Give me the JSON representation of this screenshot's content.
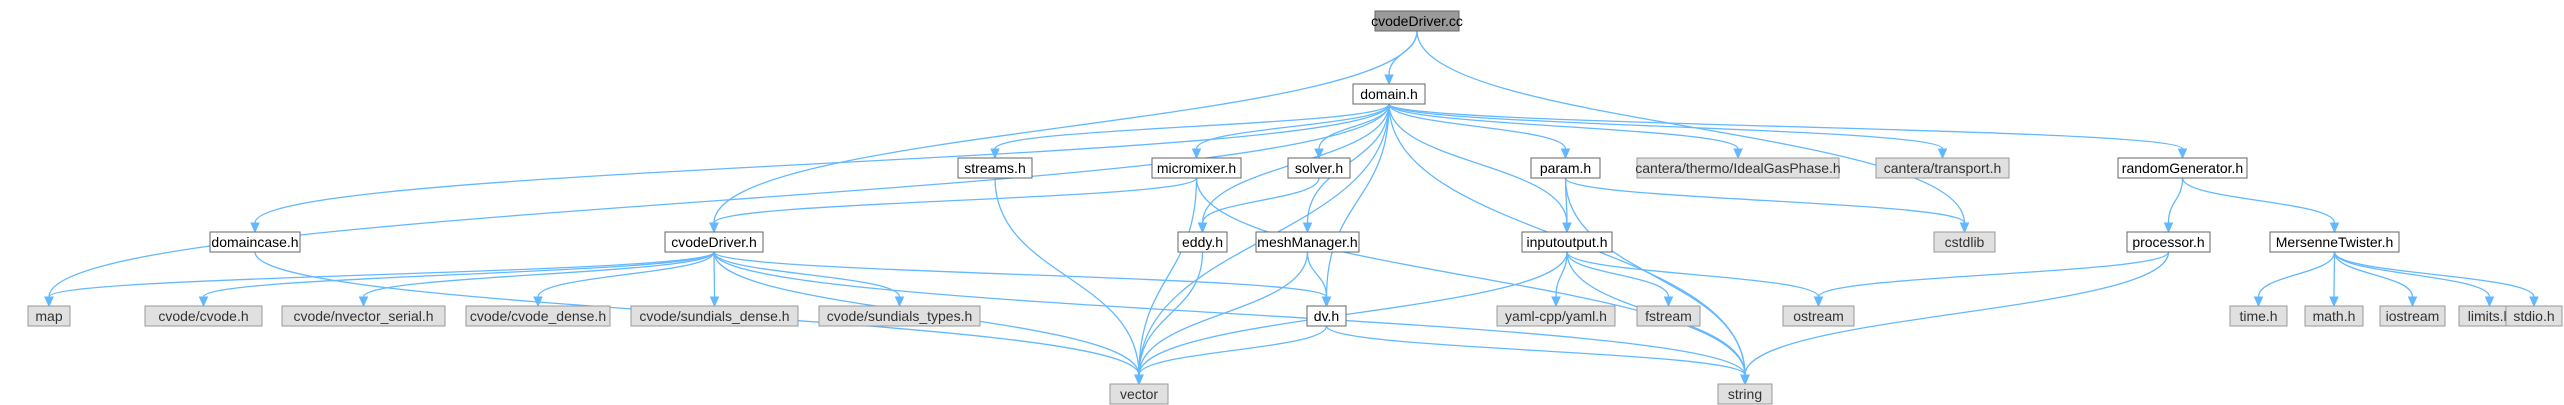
{
  "graph": {
    "title": "cvodeDriver.cc",
    "colors": {
      "edge": "#63b8ff",
      "local_fill": "#ffffff",
      "system_fill": "#e0e0e0",
      "root_fill": "#9a9a9a",
      "border": "#666666"
    },
    "nodes": [
      {
        "id": "cvodeDriver_cc",
        "label": "cvodeDriver.cc",
        "kind": "root"
      },
      {
        "id": "domain_h",
        "label": "domain.h",
        "kind": "local"
      },
      {
        "id": "streams_h",
        "label": "streams.h",
        "kind": "local"
      },
      {
        "id": "micromixer_h",
        "label": "micromixer.h",
        "kind": "local"
      },
      {
        "id": "solver_h",
        "label": "solver.h",
        "kind": "local"
      },
      {
        "id": "param_h",
        "label": "param.h",
        "kind": "local"
      },
      {
        "id": "cantera_ideal",
        "label": "cantera/thermo/IdealGasPhase.h",
        "kind": "system"
      },
      {
        "id": "cantera_transport",
        "label": "cantera/transport.h",
        "kind": "system"
      },
      {
        "id": "randomGenerator_h",
        "label": "randomGenerator.h",
        "kind": "local"
      },
      {
        "id": "domaincase_h",
        "label": "domaincase.h",
        "kind": "local"
      },
      {
        "id": "cvodeDriver_h",
        "label": "cvodeDriver.h",
        "kind": "local"
      },
      {
        "id": "eddy_h",
        "label": "eddy.h",
        "kind": "local"
      },
      {
        "id": "meshManager_h",
        "label": "meshManager.h",
        "kind": "local"
      },
      {
        "id": "inputoutput_h",
        "label": "inputoutput.h",
        "kind": "local"
      },
      {
        "id": "cstdlib",
        "label": "cstdlib",
        "kind": "system"
      },
      {
        "id": "processor_h",
        "label": "processor.h",
        "kind": "local"
      },
      {
        "id": "MersenneTwister_h",
        "label": "MersenneTwister.h",
        "kind": "local"
      },
      {
        "id": "map",
        "label": "map",
        "kind": "system"
      },
      {
        "id": "cvode_cvode",
        "label": "cvode/cvode.h",
        "kind": "system"
      },
      {
        "id": "cvode_nvector",
        "label": "cvode/nvector_serial.h",
        "kind": "system"
      },
      {
        "id": "cvode_dense",
        "label": "cvode/cvode_dense.h",
        "kind": "system"
      },
      {
        "id": "cvode_sund_dense",
        "label": "cvode/sundials_dense.h",
        "kind": "system"
      },
      {
        "id": "cvode_sund_types",
        "label": "cvode/sundials_types.h",
        "kind": "system"
      },
      {
        "id": "dv_h",
        "label": "dv.h",
        "kind": "local"
      },
      {
        "id": "yaml",
        "label": "yaml-cpp/yaml.h",
        "kind": "system"
      },
      {
        "id": "fstream",
        "label": "fstream",
        "kind": "system"
      },
      {
        "id": "ostream",
        "label": "ostream",
        "kind": "system"
      },
      {
        "id": "time_h",
        "label": "time.h",
        "kind": "system"
      },
      {
        "id": "math_h",
        "label": "math.h",
        "kind": "system"
      },
      {
        "id": "iostream",
        "label": "iostream",
        "kind": "system"
      },
      {
        "id": "limits_h",
        "label": "limits.h",
        "kind": "system"
      },
      {
        "id": "stdio_h",
        "label": "stdio.h",
        "kind": "system"
      },
      {
        "id": "vector",
        "label": "vector",
        "kind": "system"
      },
      {
        "id": "string",
        "label": "string",
        "kind": "system"
      }
    ],
    "edges": [
      [
        "cvodeDriver_cc",
        "domain_h"
      ],
      [
        "cvodeDriver_cc",
        "cvodeDriver_h"
      ],
      [
        "cvodeDriver_cc",
        "cstdlib"
      ],
      [
        "domain_h",
        "domaincase_h"
      ],
      [
        "domain_h",
        "streams_h"
      ],
      [
        "domain_h",
        "micromixer_h"
      ],
      [
        "domain_h",
        "solver_h"
      ],
      [
        "domain_h",
        "param_h"
      ],
      [
        "domain_h",
        "cantera_ideal"
      ],
      [
        "domain_h",
        "cantera_transport"
      ],
      [
        "domain_h",
        "randomGenerator_h"
      ],
      [
        "domain_h",
        "eddy_h"
      ],
      [
        "domain_h",
        "meshManager_h"
      ],
      [
        "domain_h",
        "inputoutput_h"
      ],
      [
        "domain_h",
        "dv_h"
      ],
      [
        "domain_h",
        "map"
      ],
      [
        "domain_h",
        "vector"
      ],
      [
        "domain_h",
        "string"
      ],
      [
        "streams_h",
        "vector"
      ],
      [
        "micromixer_h",
        "cvodeDriver_h"
      ],
      [
        "micromixer_h",
        "vector"
      ],
      [
        "micromixer_h",
        "string"
      ],
      [
        "solver_h",
        "eddy_h"
      ],
      [
        "param_h",
        "inputoutput_h"
      ],
      [
        "param_h",
        "cstdlib"
      ],
      [
        "param_h",
        "string"
      ],
      [
        "randomGenerator_h",
        "processor_h"
      ],
      [
        "randomGenerator_h",
        "MersenneTwister_h"
      ],
      [
        "domaincase_h",
        "vector"
      ],
      [
        "cvodeDriver_h",
        "map"
      ],
      [
        "cvodeDriver_h",
        "cvode_cvode"
      ],
      [
        "cvodeDriver_h",
        "cvode_nvector"
      ],
      [
        "cvodeDriver_h",
        "cvode_dense"
      ],
      [
        "cvodeDriver_h",
        "cvode_sund_dense"
      ],
      [
        "cvodeDriver_h",
        "cvode_sund_types"
      ],
      [
        "cvodeDriver_h",
        "dv_h"
      ],
      [
        "cvodeDriver_h",
        "vector"
      ],
      [
        "cvodeDriver_h",
        "string"
      ],
      [
        "eddy_h",
        "vector"
      ],
      [
        "meshManager_h",
        "dv_h"
      ],
      [
        "meshManager_h",
        "vector"
      ],
      [
        "inputoutput_h",
        "yaml"
      ],
      [
        "inputoutput_h",
        "fstream"
      ],
      [
        "inputoutput_h",
        "ostream"
      ],
      [
        "inputoutput_h",
        "vector"
      ],
      [
        "inputoutput_h",
        "string"
      ],
      [
        "processor_h",
        "ostream"
      ],
      [
        "processor_h",
        "string"
      ],
      [
        "MersenneTwister_h",
        "time_h"
      ],
      [
        "MersenneTwister_h",
        "math_h"
      ],
      [
        "MersenneTwister_h",
        "iostream"
      ],
      [
        "MersenneTwister_h",
        "limits_h"
      ],
      [
        "MersenneTwister_h",
        "stdio_h"
      ],
      [
        "dv_h",
        "vector"
      ],
      [
        "dv_h",
        "string"
      ]
    ]
  }
}
